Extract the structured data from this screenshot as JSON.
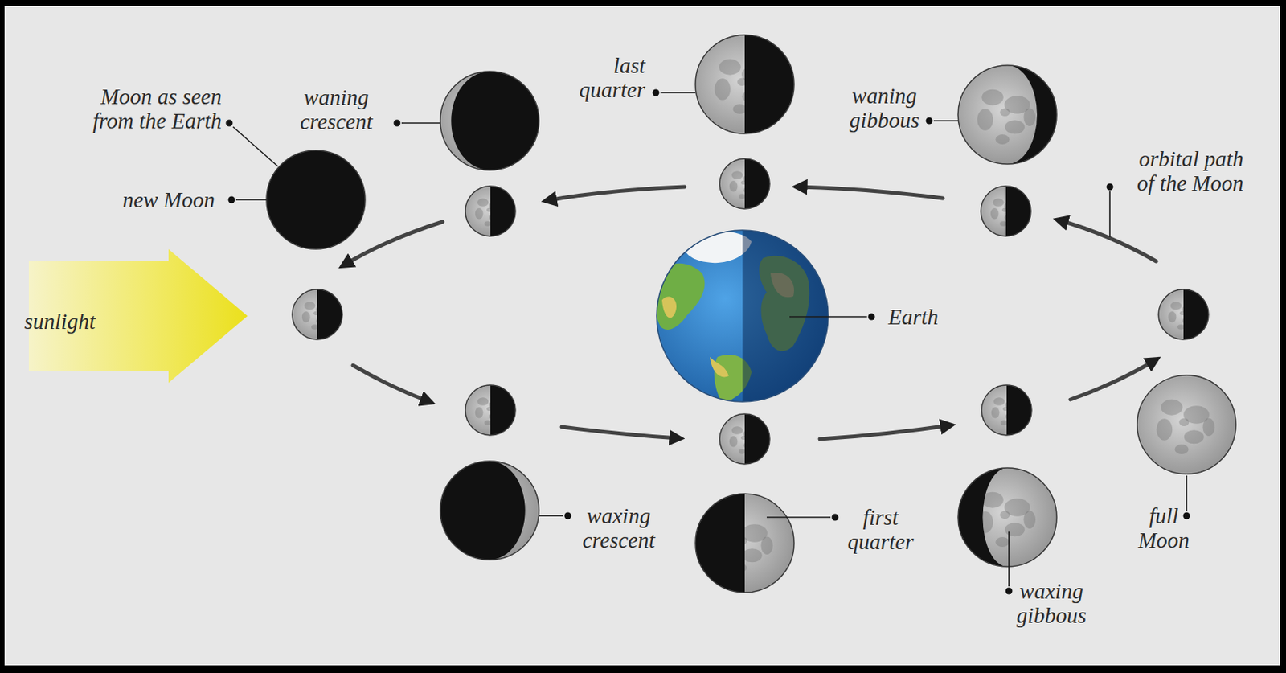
{
  "diagram": {
    "labels": [
      "last quarter",
      "waning gibbous",
      "waning crescent",
      "Moon as seen from the Earth",
      "orbital path of the Moon",
      "new Moon",
      "sunlight",
      "Earth",
      "waxing crescent",
      "first quarter",
      "full Moon",
      "waxing gibbous"
    ]
  }
}
